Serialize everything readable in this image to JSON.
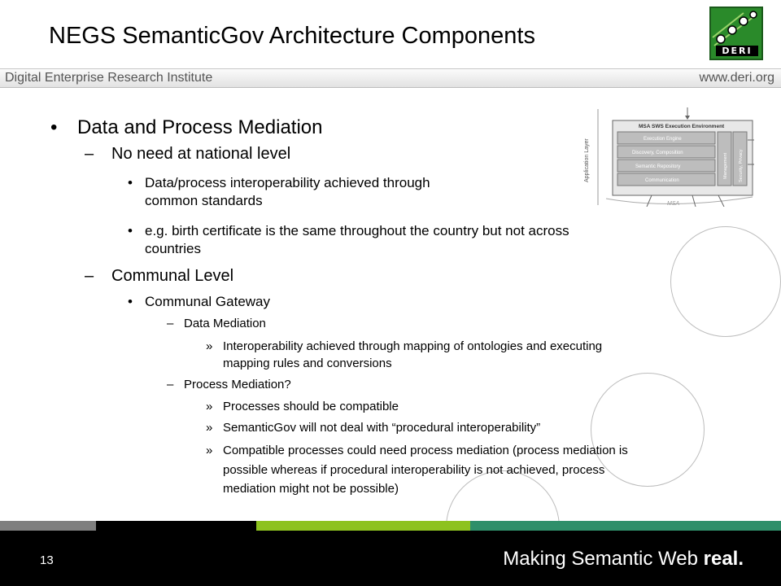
{
  "title": "NEGS SemanticGov Architecture Components",
  "logo": {
    "text": "DERI",
    "icon": "deri-dots-logo"
  },
  "banner": {
    "left": "Digital Enterprise Research Institute",
    "right": "www.deri.org"
  },
  "bullets": {
    "l1": "Data and Process Mediation",
    "l2a": "No need at national level",
    "l3a_1": "Data/process interoperability achieved through",
    "l3a_2": "common standards",
    "l3b_1": "e.g. birth certificate is the same throughout the country but not across",
    "l3b_2": "countries",
    "l2b": "Communal Level",
    "l3c": "Communal Gateway",
    "l4a": "Data Mediation",
    "l5a_1": "Interoperability achieved through mapping of ontologies and executing",
    "l5a_2": "mapping rules and conversions",
    "l4b": "Process Mediation?",
    "l5b": "Processes should be compatible",
    "l5c": "SemanticGov will not deal with “procedural interoperability”",
    "l5d_1": "Compatible processes could need process mediation (process mediation is",
    "l5d_2": "possible whereas if procedural interoperability is not achieved, process",
    "l5d_3": "mediation might not be possible)"
  },
  "marks": {
    "bullet": "•",
    "dash": "–",
    "guillemet": "»"
  },
  "diagram": {
    "side_label": "Application Layer",
    "header": "MSA SWS Execution Environment",
    "boxes": [
      "Execution Engine",
      "Discovery, Composition",
      "Semantic Repository",
      "Communication"
    ],
    "vertical": [
      "Management",
      "Security, Privacy"
    ],
    "bottom": "MSA"
  },
  "footer": {
    "page_number": "13",
    "tagline_prefix": "Making Semantic Web ",
    "tagline_bold": "real."
  },
  "colors": {
    "footer_bar": [
      "#7f7f7f",
      "#000000",
      "#8dc21f",
      "#2f8f6a"
    ],
    "logo_green": "#2a8a2a"
  }
}
